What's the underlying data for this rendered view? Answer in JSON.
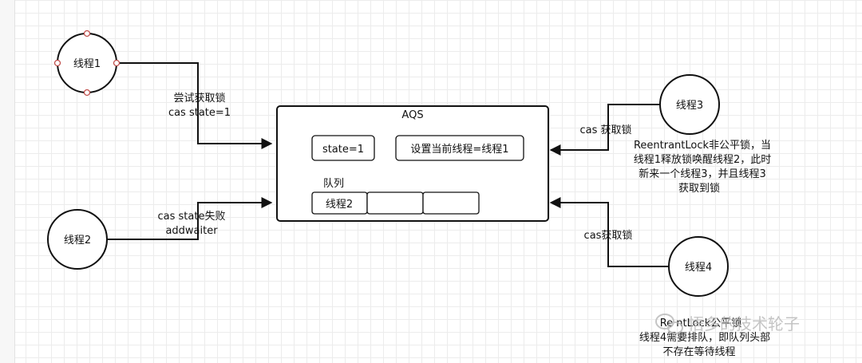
{
  "nodes": {
    "thread1": "线程1",
    "thread2": "线程2",
    "thread3": "线程3",
    "thread4": "线程4"
  },
  "aqs": {
    "title": "AQS",
    "state": "state=1",
    "current_thread": "设置当前线程=线程1",
    "queue_label": "队列",
    "queue_items": [
      "线程2",
      "",
      ""
    ]
  },
  "edges": {
    "t1_label_line1": "尝试获取锁",
    "t1_label_line2": "cas state=1",
    "t2_label_line1": "cas state失败",
    "t2_label_line2": "addwaiter",
    "t3_label": "cas 获取锁",
    "t4_label": "cas获取锁"
  },
  "notes": {
    "t3_note": [
      "ReentrantLock非公平锁，当",
      "线程1释放锁唤醒线程2，此时",
      "新来一个线程3，并且线程3",
      "获取到锁"
    ],
    "t4_note": [
      "Re    ntLock公平锁",
      "线程4需要排队，即队列头部",
      "不存在等待线程"
    ]
  },
  "watermark": "悟多的技术轮子",
  "colors": {
    "stroke": "#111111",
    "handle": "#c0504d",
    "grid": "#ececec"
  }
}
